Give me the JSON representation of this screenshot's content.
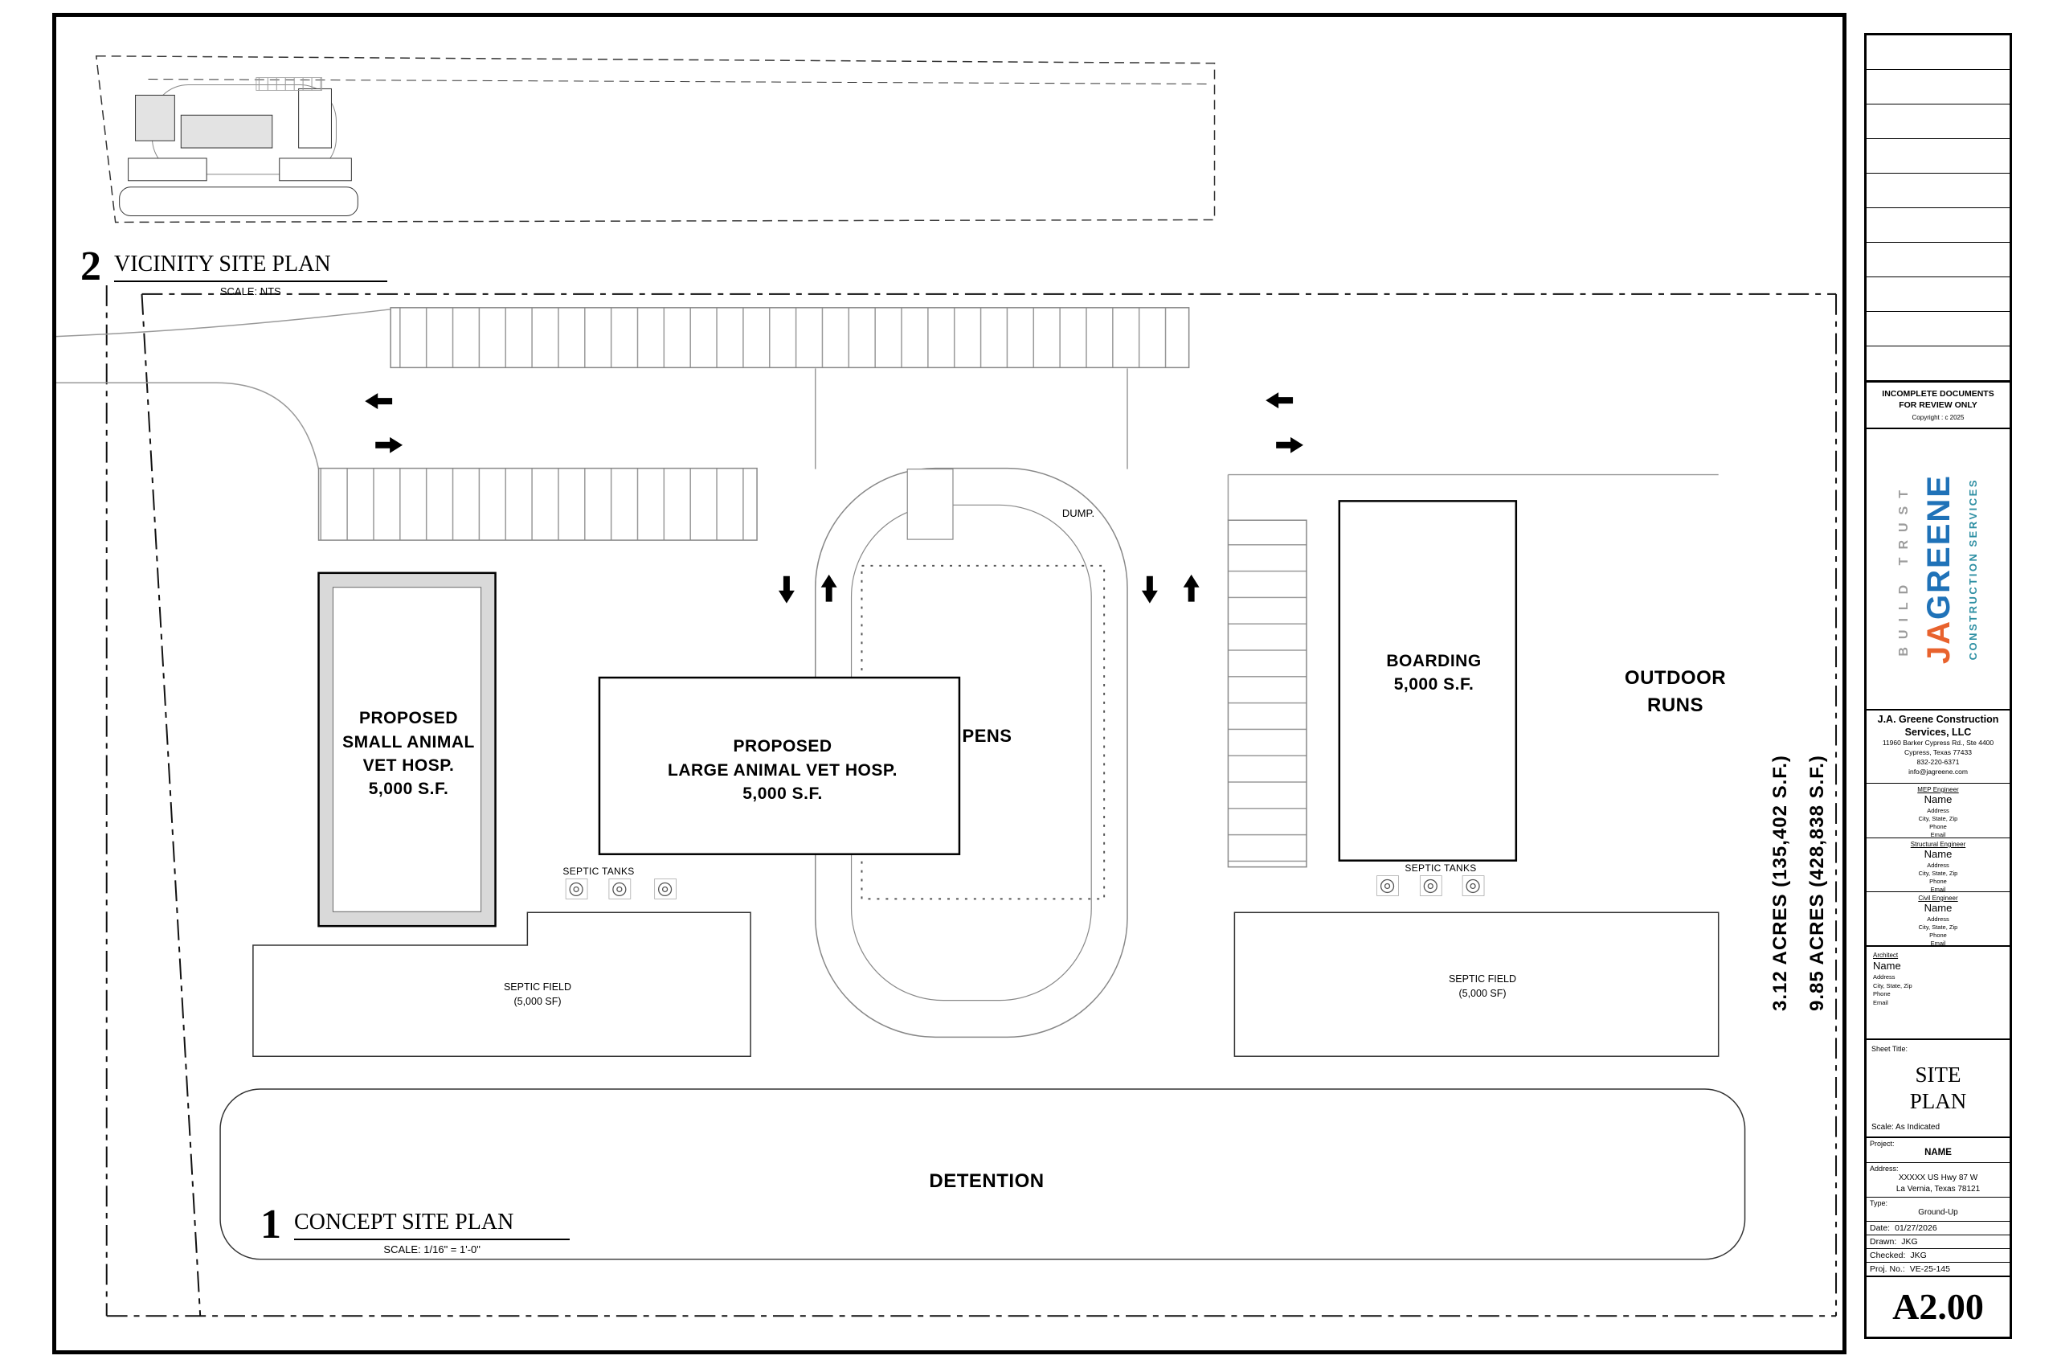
{
  "vicinity": {
    "num": "2",
    "title": "VICINITY SITE PLAN",
    "scale": "SCALE: NTS"
  },
  "concept": {
    "num": "1",
    "title": "CONCEPT SITE PLAN",
    "scale": "SCALE: 1/16\" = 1'-0\""
  },
  "plan": {
    "small_hosp": {
      "l1": "PROPOSED",
      "l2": "SMALL ANIMAL",
      "l3": "VET HOSP.",
      "l4": "5,000 S.F."
    },
    "large_hosp": {
      "l1": "PROPOSED",
      "l2": "LARGE ANIMAL VET HOSP.",
      "l3": "5,000 S.F."
    },
    "boarding": {
      "l1": "BOARDING",
      "l2": "5,000 S.F."
    },
    "outdoor_runs": {
      "l1": "OUTDOOR",
      "l2": "RUNS"
    },
    "pens": "PENS",
    "dump": "DUMP.",
    "detention": "DETENTION",
    "septic_tanks": "SEPTIC TANKS",
    "septic_field": {
      "l1": "SEPTIC FIELD",
      "l2": "(5,000 SF)"
    },
    "acres_inner": "3.12 ACRES (135,402 S.F.)",
    "acres_outer": "9.85 ACRES (428,838 S.F.)"
  },
  "titleblock": {
    "review_line1": "INCOMPLETE DOCUMENTS",
    "review_line2": "FOR REVIEW ONLY",
    "copyright": "Copyright : c 2025",
    "logo": {
      "build_trust": "BUILD TRUST",
      "ja": "JA",
      "greene": "GREENE",
      "services": "CONSTRUCTION SERVICES"
    },
    "company": {
      "name1": "J.A. Greene Construction",
      "name2": "Services, LLC",
      "addr1": "11960 Barker Cypress Rd., Ste 4400",
      "addr2": "Cypress, Texas 77433",
      "phone": "832-220-6371",
      "email": "info@jagreene.com"
    },
    "consultants": [
      {
        "role": "MEP Engineer",
        "name": "Name",
        "address": "Address",
        "city": "City, State, Zip",
        "phone": "Phone",
        "email": "Email"
      },
      {
        "role": "Structural Engineer",
        "name": "Name",
        "address": "Address",
        "city": "City, State, Zip",
        "phone": "Phone",
        "email": "Email"
      },
      {
        "role": "Civil Engineer",
        "name": "Name",
        "address": "Address",
        "city": "City, State, Zip",
        "phone": "Phone",
        "email": "Email"
      }
    ],
    "architect": {
      "role": "Architect",
      "name": "Name",
      "address": "Address",
      "city": "City, State, Zip",
      "phone": "Phone",
      "email": "Email"
    },
    "sheet_title_label": "Sheet Title:",
    "sheet_title1": "SITE",
    "sheet_title2": "PLAN",
    "scale_note": "Scale: As Indicated",
    "project_label": "Project:",
    "project_name": "NAME",
    "address_label": "Address:",
    "address1": "XXXXX US Hwy 87 W",
    "address2": "La Vernia, Texas 78121",
    "type_label": "Type:",
    "type_value": "Ground-Up",
    "rows": [
      {
        "label": "Date:",
        "value": "01/27/2026"
      },
      {
        "label": "Drawn:",
        "value": "JKG"
      },
      {
        "label": "Checked:",
        "value": "JKG"
      },
      {
        "label": "Proj. No.:",
        "value": "VE-25-145"
      }
    ],
    "sheet_number": "A2.00"
  }
}
